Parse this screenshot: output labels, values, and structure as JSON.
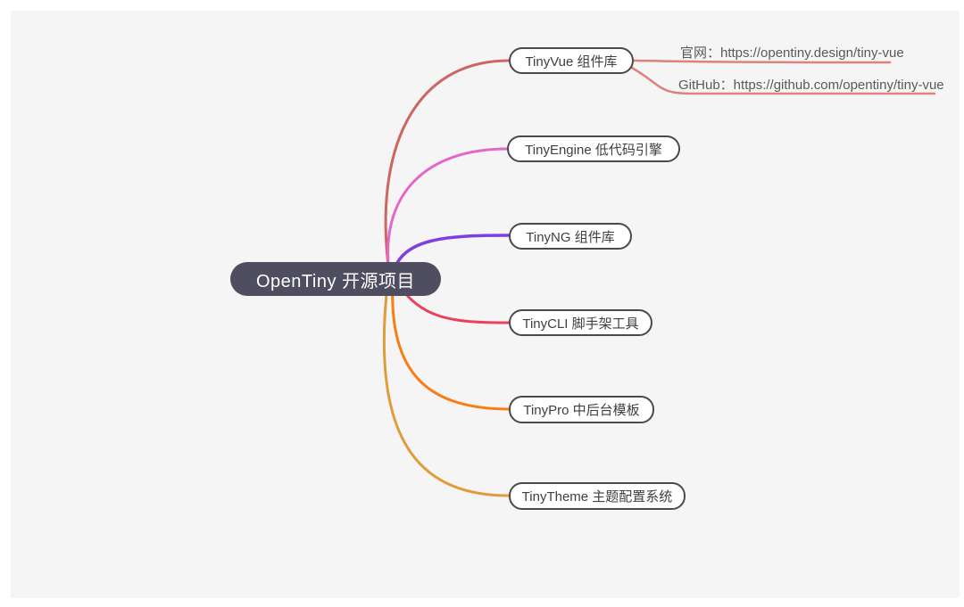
{
  "app": {
    "type": "mind-map"
  },
  "canvas": {
    "background": "#f5f5f6",
    "frame": "#ffffff"
  },
  "root": {
    "label": "OpenTiny 开源项目",
    "bg_color": "#4e4e60",
    "text_color": "#ffffff"
  },
  "branches": [
    {
      "label": "TinyVue 组件库",
      "color": "#cd6660",
      "children": [
        {
          "label": "官网：https://opentiny.design/tiny-vue",
          "color": "#dd827e"
        },
        {
          "label": "GitHub：https://github.com/opentiny/tiny-vue",
          "color": "#dd827e"
        }
      ]
    },
    {
      "label": "TinyEngine 低代码引擎",
      "color": "#e466c8",
      "children": []
    },
    {
      "label": "TinyNG 组件库",
      "color": "#8040e0",
      "children": []
    },
    {
      "label": "TinyCLI 脚手架工具",
      "color": "#e8425f",
      "children": []
    },
    {
      "label": "TinyPro 中后台模板",
      "color": "#f97d14",
      "children": []
    },
    {
      "label": "TinyTheme 主题配置系统",
      "color": "#e09c3c",
      "children": []
    }
  ]
}
